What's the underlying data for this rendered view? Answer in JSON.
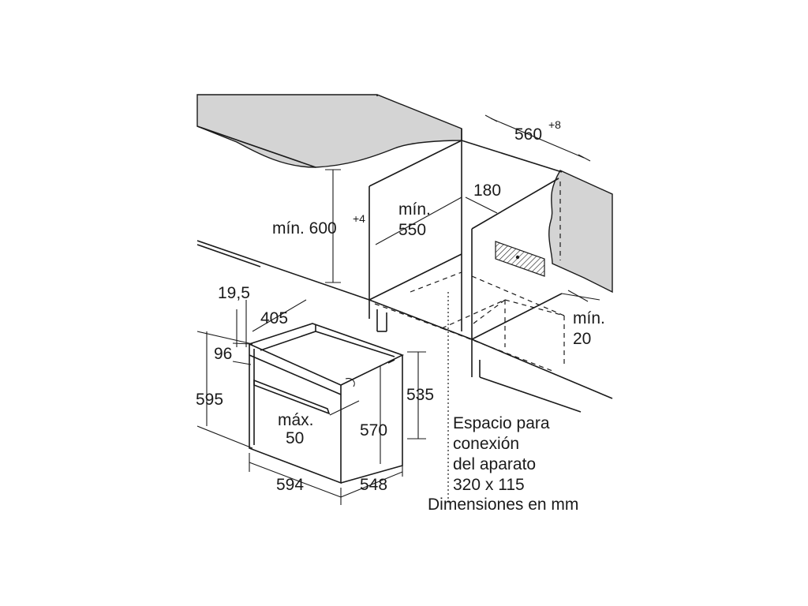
{
  "labels": {
    "width_top": "560",
    "width_top_tol": "+8",
    "depth_180": "180",
    "height_min_label": "mín. 600",
    "height_min_tol": "+4",
    "depth_min_word": "mín.",
    "depth_min_value": "550",
    "side_min_word": "mín.",
    "side_min_value": "20",
    "front_offset": "19,5",
    "top_depth": "405",
    "top_height": "96",
    "total_height": "595",
    "handle_max_word": "máx.",
    "handle_max_value": "50",
    "body_height": "570",
    "rear_height": "535",
    "width_bottom": "594",
    "depth_bottom": "548",
    "connection_line1": "Espacio para",
    "connection_line2": "conexión",
    "connection_line3": "del aparato",
    "connection_line4": "320 x 115",
    "units_note": "Dimensiones en mm"
  },
  "colors": {
    "countertop": "#d4d4d4",
    "ink": "#1a1a1a",
    "background": "#ffffff"
  }
}
